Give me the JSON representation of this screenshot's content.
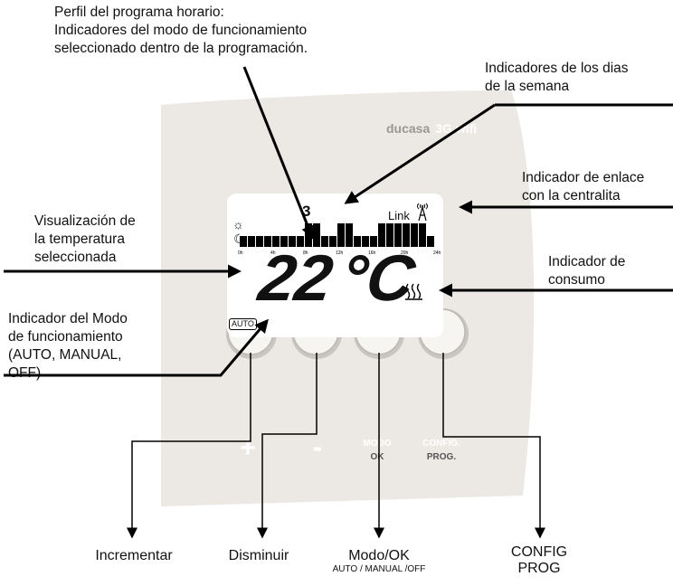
{
  "annotations": {
    "profile": {
      "line1": "Perfil del programa horario:",
      "line2": "Indicadores del modo de funcionamiento",
      "line3": "seleccionado dentro de la programación."
    },
    "days": {
      "line1": "Indicadores de los dias",
      "line2": "de la semana"
    },
    "link": {
      "line1": "Indicador de enlace",
      "line2": "con la centralita"
    },
    "temperature": {
      "line1": "Visualización de",
      "line2": "la temperatura",
      "line3": "seleccionada"
    },
    "consumption": {
      "line1": "Indicador de",
      "line2": "consumo"
    },
    "mode": {
      "line1": "Indicador del Modo",
      "line2": "de funcionamiento",
      "line3": "(AUTO, MANUAL,",
      "line4": "OFF)"
    }
  },
  "device": {
    "brand_name": "ducasa",
    "brand_model": "3G wifi",
    "body_color": "#ece9e4",
    "button_labels": {
      "plus": "+",
      "minus": "-",
      "mode_top": "MODO",
      "mode_bottom": "OK",
      "config_top": "CONFIG.",
      "config_bottom": "PROG."
    }
  },
  "lcd": {
    "day_number": "3",
    "link_label": "Link",
    "temperature": "22",
    "unit": "°C",
    "mode_badge": "AUTO",
    "hour_ticks": [
      "0h",
      "4h",
      "8h",
      "12h",
      "16h",
      "20h",
      "24h"
    ],
    "comfort_hours": [
      8,
      9,
      12,
      13,
      17,
      18,
      19,
      20,
      21,
      22
    ],
    "sun_icon": "☼",
    "moon_icon": "☾"
  },
  "footer": {
    "increase": "Incrementar",
    "decrease": "Disminuir",
    "mode": {
      "line1": "Modo/OK",
      "line2": "AUTO / MANUAL /OFF"
    },
    "config": {
      "line1": "CONFIG",
      "line2": "PROG"
    }
  }
}
